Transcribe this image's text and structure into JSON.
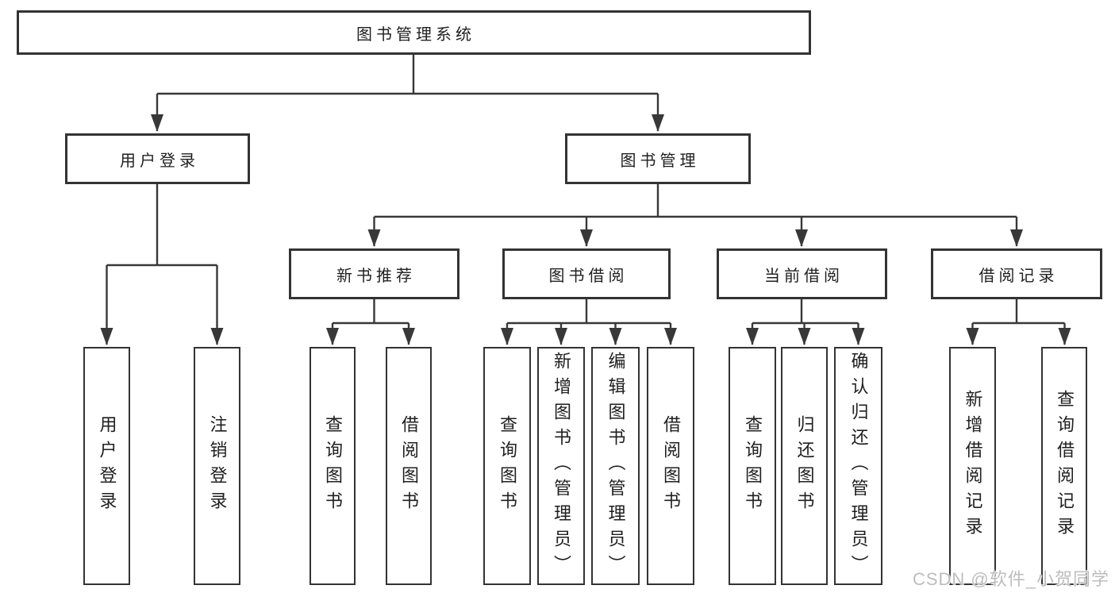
{
  "tree": {
    "root": "图书管理系统",
    "level2": [
      "用户登录",
      "图书管理"
    ],
    "level3": [
      "新书推荐",
      "图书借阅",
      "当前借阅",
      "借阅记录"
    ],
    "leaves": [
      "用户登录",
      "注销登录",
      "查询图书",
      "借阅图书",
      "查询图书",
      "新增图书（管理员）",
      "编辑图书（管理员）",
      "借阅图书",
      "查询图书",
      "归还图书",
      "确认归还（管理员）",
      "新增借阅记录",
      "查询借阅记录"
    ]
  },
  "watermark": "CSDN @软件_小贺同学",
  "colors": {
    "line": "#383838",
    "box_border": "#333333",
    "text": "#1f1f1f",
    "watermark": "#bdbdbd",
    "background": "#ffffff"
  }
}
